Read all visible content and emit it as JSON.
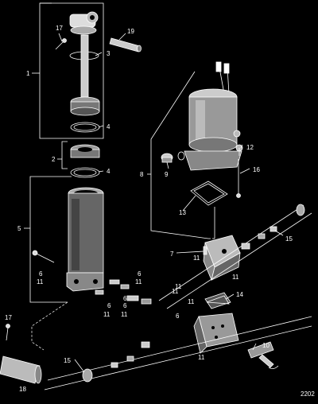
{
  "diagram": {
    "corner_code": "2202",
    "callouts": [
      {
        "id": "c1",
        "text": "1"
      },
      {
        "id": "c2",
        "text": "2"
      },
      {
        "id": "c3",
        "text": "3"
      },
      {
        "id": "c4a",
        "text": "4"
      },
      {
        "id": "c4b",
        "text": "4"
      },
      {
        "id": "c5",
        "text": "5"
      },
      {
        "id": "c6a",
        "text": "6"
      },
      {
        "id": "c11a",
        "text": "11"
      },
      {
        "id": "c6b",
        "text": "6"
      },
      {
        "id": "c11b",
        "text": "11"
      },
      {
        "id": "c6c",
        "text": "6"
      },
      {
        "id": "c11c",
        "text": "11"
      },
      {
        "id": "c6d",
        "text": "6"
      },
      {
        "id": "c11d",
        "text": "11"
      },
      {
        "id": "c6e",
        "text": "6"
      },
      {
        "id": "c11e",
        "text": "11"
      },
      {
        "id": "c6f",
        "text": "6"
      },
      {
        "id": "c7",
        "text": "7"
      },
      {
        "id": "c8",
        "text": "8"
      },
      {
        "id": "c9",
        "text": "9"
      },
      {
        "id": "c10",
        "text": "10"
      },
      {
        "id": "c11f",
        "text": "11"
      },
      {
        "id": "c11g",
        "text": "11"
      },
      {
        "id": "c11h",
        "text": "11"
      },
      {
        "id": "c11i",
        "text": "11"
      },
      {
        "id": "c11j",
        "text": "11"
      },
      {
        "id": "c12",
        "text": "12"
      },
      {
        "id": "c13",
        "text": "13"
      },
      {
        "id": "c14",
        "text": "14"
      },
      {
        "id": "c15a",
        "text": "15"
      },
      {
        "id": "c15b",
        "text": "15"
      },
      {
        "id": "c16",
        "text": "16"
      },
      {
        "id": "c17a",
        "text": "17"
      },
      {
        "id": "c17b",
        "text": "17"
      },
      {
        "id": "c18",
        "text": "18"
      },
      {
        "id": "c19",
        "text": "19"
      }
    ]
  }
}
